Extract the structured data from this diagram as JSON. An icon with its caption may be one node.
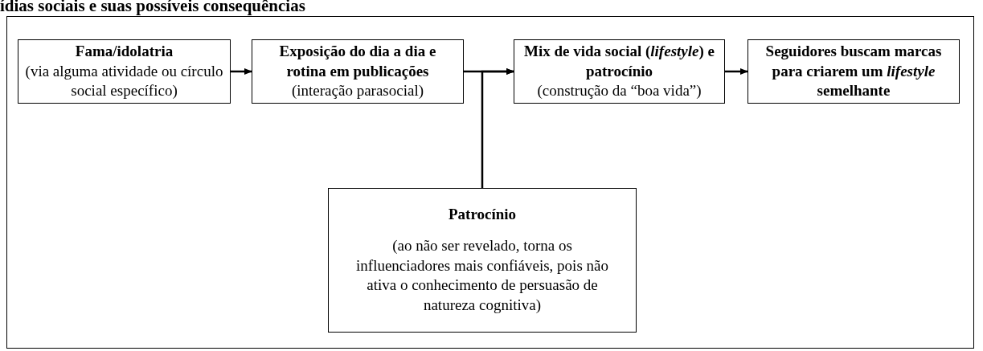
{
  "diagram": {
    "title": "ídias sociais e suas possíveis consequências",
    "nodes": [
      {
        "text": [
          "Fama/idolatria",
          "(via alguma atividade ou círculo social específico)"
        ]
      },
      {
        "text": [
          "Exposição do dia a dia e rotina em publicações",
          "(interação parasocial)"
        ]
      },
      {
        "text": [
          "Mix de vida social (*lifestyle*) e patrocínio",
          "(construção da “boa vida”)"
        ]
      },
      {
        "text": [
          "Seguidores buscam marcas para criarem um *lifestyle* semelhante"
        ]
      },
      {
        "text": [
          "Patrocínio",
          "(ao não ser revelado, torna os influenciadores mais confiáveis, pois não ativa o conhecimento de persuasão de natureza cognitiva)"
        ]
      }
    ],
    "edges": [
      {
        "from": 0,
        "to": 1,
        "arrow": "to"
      },
      {
        "from": 1,
        "to": 2,
        "arrow": "to"
      },
      {
        "from": 4,
        "to": 2,
        "arrow": "to"
      },
      {
        "from": 2,
        "to": 3,
        "arrow": "to"
      }
    ]
  }
}
